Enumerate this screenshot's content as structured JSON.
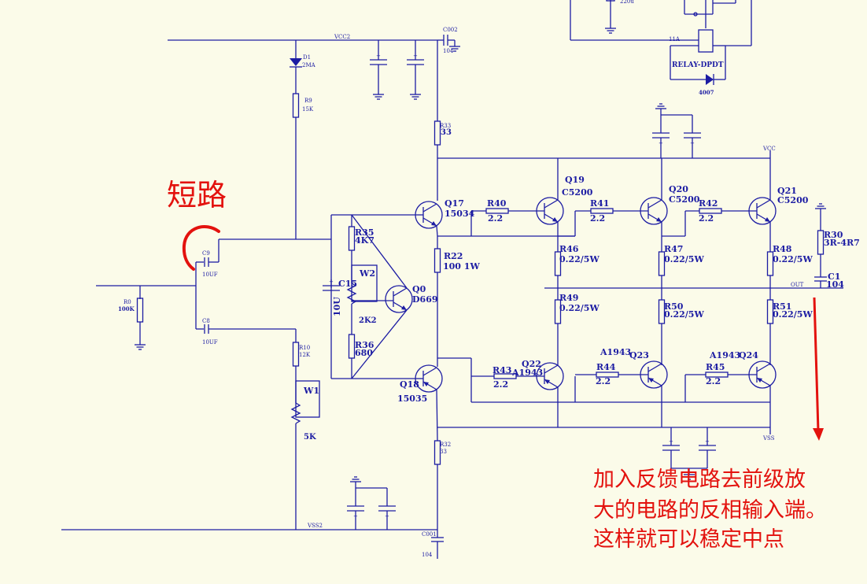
{
  "annotations": {
    "short_circuit": "短路",
    "feedback_note": [
      "加入反馈电路去前级放",
      "大的电路的反相输入端。",
      "这样就可以稳定中点"
    ]
  },
  "nets": {
    "vcc2": "VCC2",
    "vss2": "VSS2",
    "vcc": "VCC",
    "vss": "VSS",
    "out": "OUT"
  },
  "relay": {
    "name": "RELAY-DPDT",
    "pin": "11A",
    "diode": "4007",
    "cap": "220u"
  },
  "components": {
    "D1": {
      "ref": "D1",
      "val": "2MA"
    },
    "R9": {
      "ref": "R9",
      "val": "15K"
    },
    "R0": {
      "ref": "R0",
      "val": "100K"
    },
    "C9": {
      "ref": "C9",
      "val": "10UF"
    },
    "C8": {
      "ref": "C8",
      "val": "10UF"
    },
    "R10": {
      "ref": "R10",
      "val": "12K"
    },
    "W1": {
      "ref": "W1",
      "val": "5K"
    },
    "R35": {
      "ref": "R35",
      "val": "4K7"
    },
    "W2": {
      "ref": "W2",
      "val": "2K2"
    },
    "R36": {
      "ref": "R36",
      "val": "680"
    },
    "C15": {
      "ref": "C15",
      "val": "10U"
    },
    "Q0": {
      "ref": "Q0",
      "val": "D669"
    },
    "C002": {
      "ref": "C002",
      "val": "104"
    },
    "C001": {
      "ref": "C001",
      "val": "104"
    },
    "R33": {
      "ref": "R33",
      "val": "33"
    },
    "R32": {
      "ref": "R32",
      "val": "33"
    },
    "Q17": {
      "ref": "Q17",
      "val": "15034"
    },
    "Q18": {
      "ref": "Q18",
      "val": "15035"
    },
    "R22": {
      "ref": "R22",
      "val": "100 1W"
    },
    "Q19": {
      "ref": "Q19",
      "val": "C5200"
    },
    "Q20": {
      "ref": "Q20",
      "val": "C5200"
    },
    "Q21": {
      "ref": "Q21",
      "val": "C5200"
    },
    "Q22": {
      "ref": "Q22",
      "val": "A1943"
    },
    "Q23": {
      "ref": "Q23",
      "val": "A1943"
    },
    "Q24": {
      "ref": "Q24",
      "val": "A1943"
    },
    "R40": {
      "ref": "R40",
      "val": "2.2"
    },
    "R41": {
      "ref": "R41",
      "val": "2.2"
    },
    "R42": {
      "ref": "R42",
      "val": "2.2"
    },
    "R43": {
      "ref": "R43",
      "val": "2.2"
    },
    "R44": {
      "ref": "R44",
      "val": "2.2"
    },
    "R45": {
      "ref": "R45",
      "val": "2.2"
    },
    "R46": {
      "ref": "R46",
      "val": "0.22/5W"
    },
    "R47": {
      "ref": "R47",
      "val": "0.22/5W"
    },
    "R48": {
      "ref": "R48",
      "val": "0.22/5W"
    },
    "R49": {
      "ref": "R49",
      "val": "0.22/5W"
    },
    "R50": {
      "ref": "R50",
      "val": "0.22/5W"
    },
    "R51": {
      "ref": "R51",
      "val": "0.22/5W"
    },
    "R30": {
      "ref": "R30",
      "val": "3R-4R7"
    },
    "C1": {
      "ref": "C1",
      "val": "104"
    }
  }
}
